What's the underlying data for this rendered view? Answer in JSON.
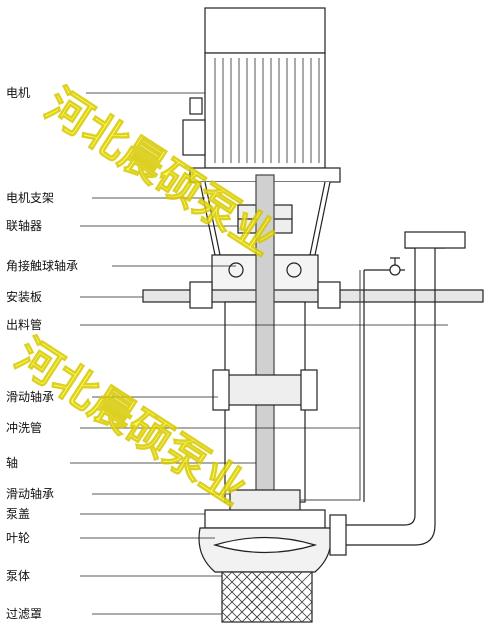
{
  "labels": [
    "电机",
    "电机支架",
    "联轴器",
    "角接触球轴承",
    "安装板",
    "出料管",
    "滑动轴承",
    "冲洗管",
    "轴",
    "滑动轴承",
    "泵盖",
    "叶轮",
    "泵体",
    "过滤罩"
  ],
  "watermark": {
    "line1": "河北晨硕泵业",
    "line2": "河北晨硕泵业"
  },
  "colors": {
    "line": "#222222",
    "watermark": "#ffff33",
    "shaft": "#888888"
  }
}
